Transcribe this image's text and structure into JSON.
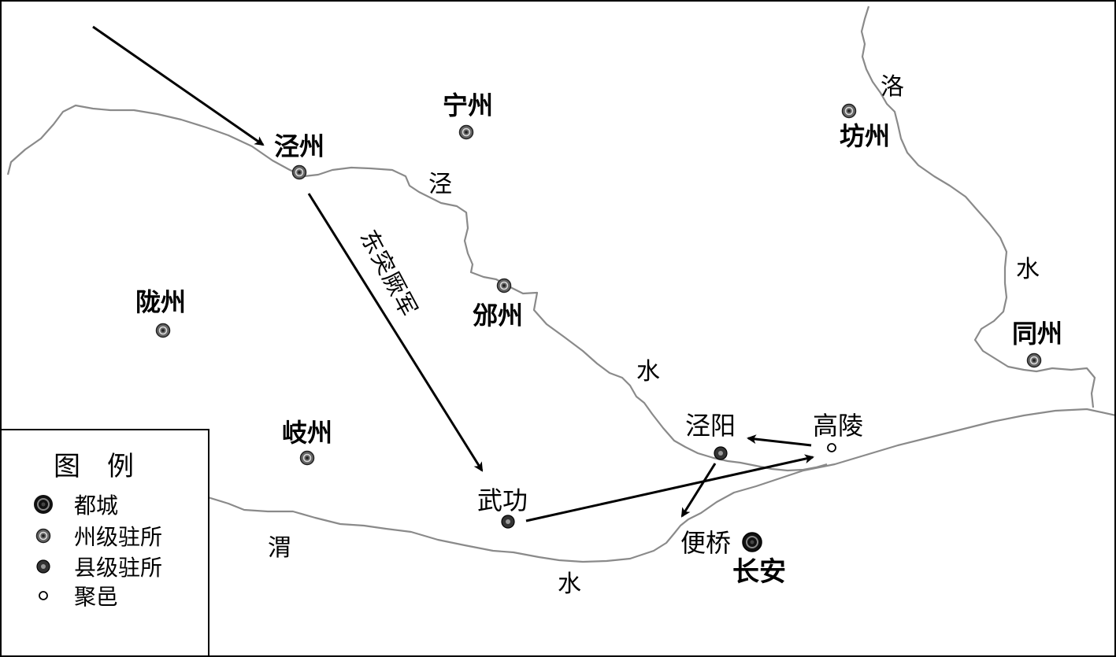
{
  "places": {
    "jingzhou": "泾州",
    "ningzhou": "宁州",
    "fangzhou": "坊州",
    "longzhou": "陇州",
    "binzhou": "邠州",
    "tongzhou": "同州",
    "qizhou": "岐州",
    "jingyang": "泾阳",
    "gaoling": "高陵",
    "wugong": "武功",
    "bianqiao": "便桥",
    "changan": "长安"
  },
  "rivers": {
    "jing_1": "泾",
    "jing_2": "水",
    "luo_1": "洛",
    "luo_2": "水",
    "wei_1": "渭",
    "wei_2": "水"
  },
  "army_label": "东突厥军",
  "legend": {
    "title": "图例",
    "items": [
      {
        "label": "都城",
        "symbol": "capital-symbol"
      },
      {
        "label": "州级驻所",
        "symbol": "prefecture-symbol"
      },
      {
        "label": "县级驻所",
        "symbol": "county-symbol"
      },
      {
        "label": "聚邑",
        "symbol": "settlement-symbol"
      }
    ]
  }
}
